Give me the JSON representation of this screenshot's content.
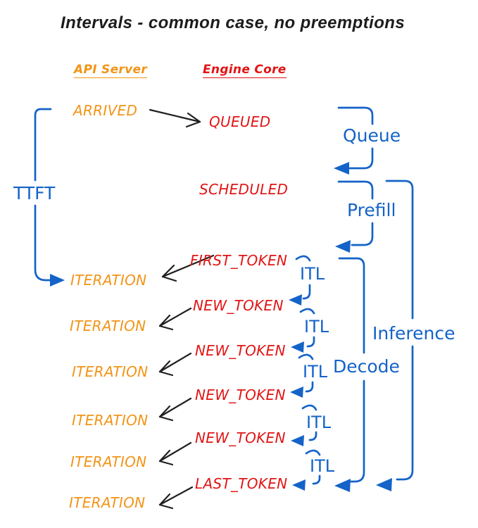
{
  "title": "Intervals - common case, no preemptions",
  "columns": {
    "api_server": "API Server",
    "engine_core": "Engine Core"
  },
  "api_events": [
    "ARRIVED",
    "ITERATION",
    "ITERATION",
    "ITERATION",
    "ITERATION",
    "ITERATION",
    "ITERATION"
  ],
  "engine_events": [
    "QUEUED",
    "SCHEDULED",
    "FIRST_TOKEN",
    "NEW_TOKEN",
    "NEW_TOKEN",
    "NEW_TOKEN",
    "NEW_TOKEN",
    "LAST_TOKEN"
  ],
  "intervals": {
    "ttft": "TTFT",
    "queue": "Queue",
    "prefill": "Prefill",
    "decode": "Decode",
    "inference": "Inference",
    "itl": [
      "ITL",
      "ITL",
      "ITL",
      "ITL",
      "ITL"
    ]
  },
  "colors": {
    "api_server": "#F29416",
    "engine_core": "#E21414",
    "interval_blue": "#1463C8",
    "arrow_black": "#1F1F1F"
  }
}
